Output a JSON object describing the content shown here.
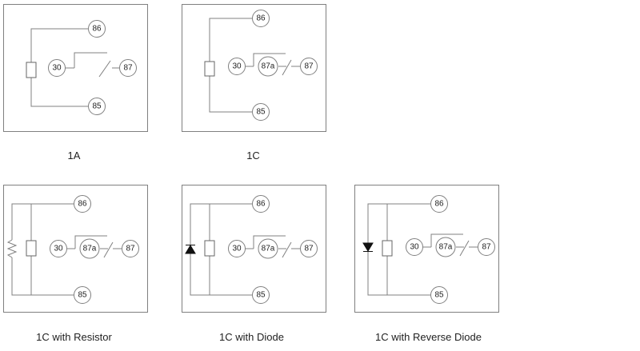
{
  "diagrams": [
    {
      "caption": "1A",
      "terminals": {
        "top": "86",
        "common": "30",
        "nc": "",
        "no": "87",
        "bottom": "85"
      },
      "variant": "plain"
    },
    {
      "caption": "1C",
      "terminals": {
        "top": "86",
        "common": "30",
        "nc": "87a",
        "no": "87",
        "bottom": "85"
      },
      "variant": "plain"
    },
    {
      "caption": "1C with Resistor",
      "terminals": {
        "top": "86",
        "common": "30",
        "nc": "87a",
        "no": "87",
        "bottom": "85"
      },
      "variant": "resistor"
    },
    {
      "caption": "1C with Diode",
      "terminals": {
        "top": "86",
        "common": "30",
        "nc": "87a",
        "no": "87",
        "bottom": "85"
      },
      "variant": "diode-up"
    },
    {
      "caption": "1C with Reverse Diode",
      "terminals": {
        "top": "86",
        "common": "30",
        "nc": "87a",
        "no": "87",
        "bottom": "85"
      },
      "variant": "diode-down"
    }
  ],
  "colors": {
    "line": "#808080",
    "text": "#222222",
    "diode": "#111111"
  },
  "icons": {
    "resistor": "zigzag-resistor-icon",
    "diode": "diode-triangle-icon"
  }
}
